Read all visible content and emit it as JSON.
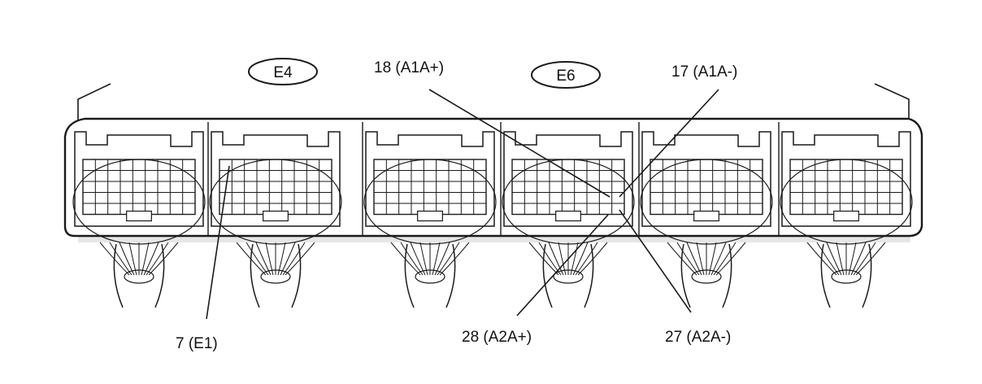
{
  "connector_labels": [
    {
      "id": "e4",
      "text": "E4"
    },
    {
      "id": "e6",
      "text": "E6"
    }
  ],
  "pin_labels": [
    {
      "id": "pin18",
      "text": "18 (A1A+)"
    },
    {
      "id": "pin17",
      "text": "17 (A1A-)"
    },
    {
      "id": "pin7",
      "text": "7 (E1)"
    },
    {
      "id": "pin28",
      "text": "28 (A2A+)"
    },
    {
      "id": "pin27",
      "text": "27 (A2A-)"
    }
  ],
  "colors": {
    "line": "#1a1a1a",
    "fill": "#ffffff",
    "shade": "#dcdcdc"
  }
}
